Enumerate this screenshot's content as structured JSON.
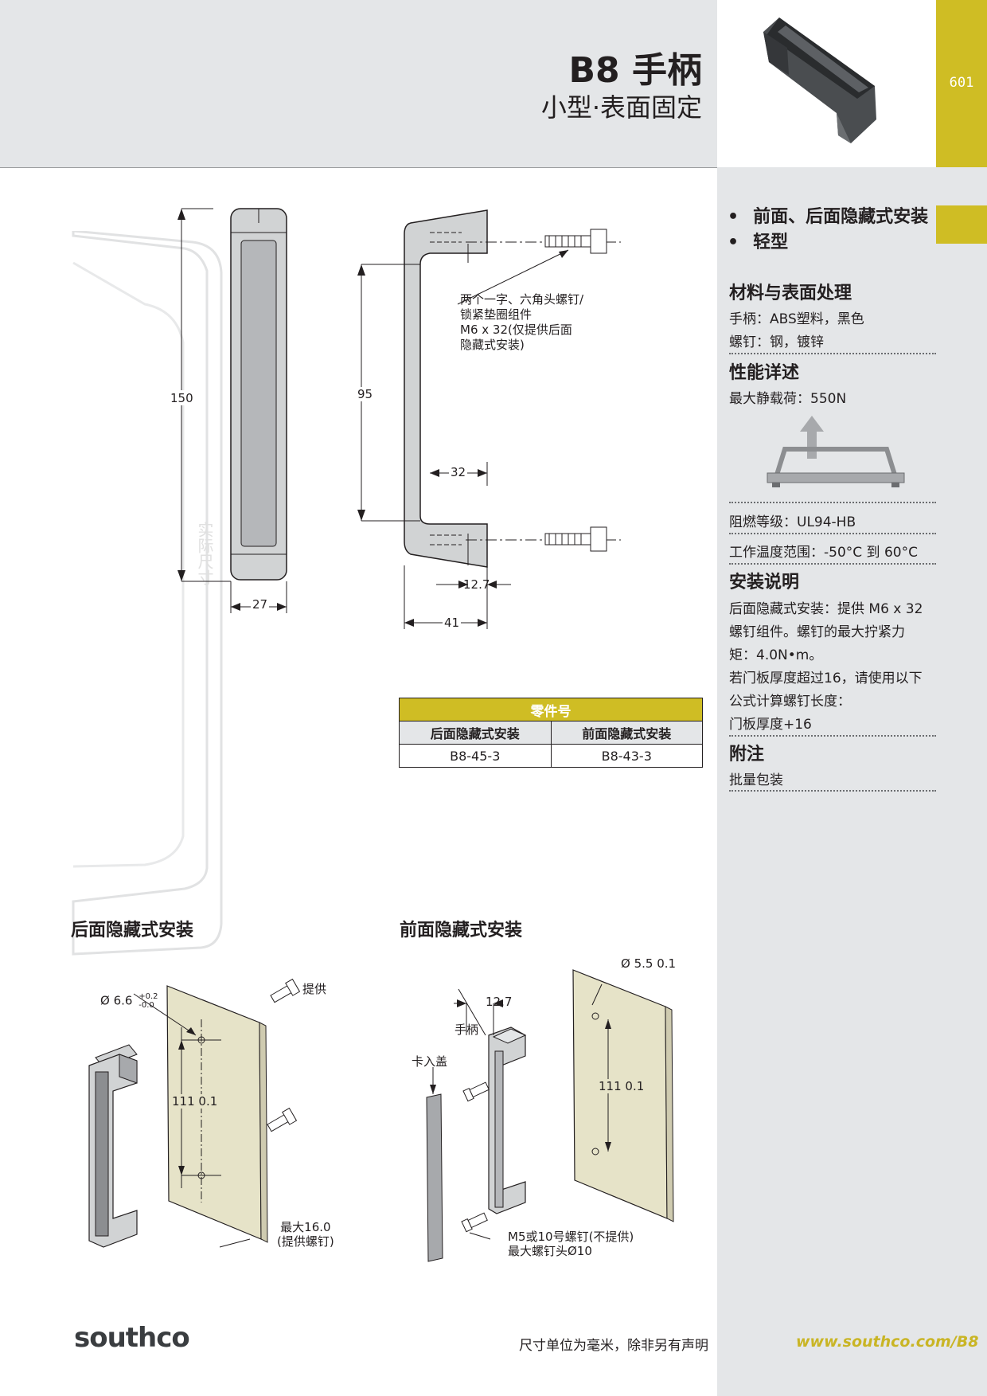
{
  "header": {
    "title": "B8 手柄",
    "subtitle": "小型·表面固定",
    "page_number": "601"
  },
  "features": [
    "前面、后面隐藏式安装",
    "轻型"
  ],
  "sidebar": {
    "materials_title": "材料与表面处理",
    "materials": [
      "手柄：ABS塑料，黑色",
      "螺钉：钢，镀锌"
    ],
    "performance_title": "性能详述",
    "max_load": "最大静载荷：550N",
    "flammability": "阻燃等级：UL94-HB",
    "temp_range": "工作温度范围：-50°C 到 60°C",
    "install_title": "安装说明",
    "install_lines": [
      "后面隐藏式安装：提供 M6 x 32",
      "螺钉组件。螺钉的最大拧紧力",
      "矩：4.0N•m。",
      "若门板厚度超过16，请使用以下",
      "公式计算螺钉长度：",
      "门板厚度+16"
    ],
    "notes_title": "附注",
    "notes": "批量包装"
  },
  "drawing": {
    "dim_150": "150",
    "dim_27": "27",
    "dim_95": "95",
    "dim_32": "32",
    "dim_12_7": "12.7",
    "dim_41": "41",
    "screw_note": [
      "两个一字、六角头螺钉/",
      "锁紧垫圈组件",
      "M6 x 32(仅提供后面",
      "隐藏式安装)"
    ],
    "watermark": "实际尺寸"
  },
  "part_table": {
    "title": "零件号",
    "headers": [
      "后面隐藏式安装",
      "前面隐藏式安装"
    ],
    "values": [
      "B8-45-3",
      "B8-43-3"
    ]
  },
  "rear_section": {
    "title": "后面隐藏式安装",
    "hole_dia": "Ø 6.6",
    "tol_plus": "+0.2",
    "tol_minus": "-0.0",
    "supplied": "提供",
    "spacing": "111   0.1",
    "max_note_1": "最大16.0",
    "max_note_2": "(提供螺钉)"
  },
  "front_section": {
    "title": "前面隐藏式安装",
    "hole_dia": "Ø 5.5   0.1",
    "dim_12_7": "12.7",
    "handle": "手柄",
    "cap": "卡入盖",
    "spacing": "111   0.1",
    "screw_note_1": "M5或10号螺钉(不提供)",
    "screw_note_2": "最大螺钉头Ø10"
  },
  "footer": {
    "logo": "southco",
    "note": "尺寸单位为毫米，除非另有声明",
    "url": "www.southco.com/B8"
  },
  "colors": {
    "accent": "#cfbd24",
    "panel": "#e4e6e8",
    "text": "#231f20",
    "url": "#c9b525",
    "panel_beige": "#e6e3c8"
  }
}
